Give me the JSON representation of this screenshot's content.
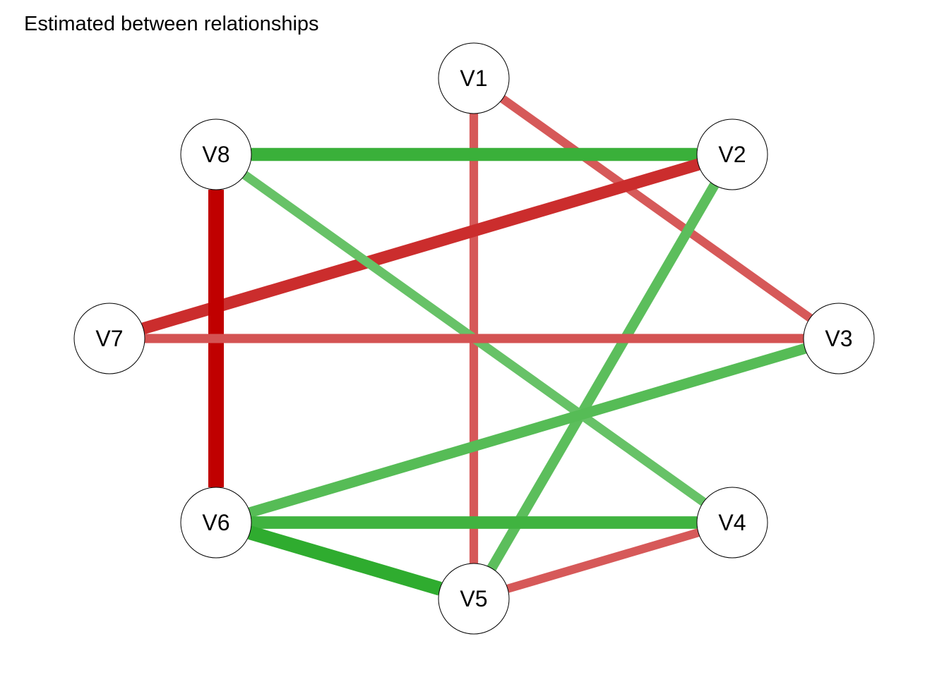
{
  "title": "Estimated between relationships",
  "colors": {
    "positive": "#1ea51e",
    "negative": "#c00000",
    "node_fill": "#ffffff",
    "node_stroke": "#000000"
  },
  "nodes": [
    {
      "id": "V1",
      "label": "V1"
    },
    {
      "id": "V2",
      "label": "V2"
    },
    {
      "id": "V3",
      "label": "V3"
    },
    {
      "id": "V4",
      "label": "V4"
    },
    {
      "id": "V5",
      "label": "V5"
    },
    {
      "id": "V6",
      "label": "V6"
    },
    {
      "id": "V7",
      "label": "V7"
    },
    {
      "id": "V8",
      "label": "V8"
    }
  ],
  "edges": [
    {
      "from": "V1",
      "to": "V3",
      "sign": "negative",
      "strength": 0.3
    },
    {
      "from": "V1",
      "to": "V5",
      "sign": "negative",
      "strength": 0.3
    },
    {
      "from": "V8",
      "to": "V2",
      "sign": "positive",
      "strength": 0.75
    },
    {
      "from": "V2",
      "to": "V7",
      "sign": "negative",
      "strength": 0.65
    },
    {
      "from": "V2",
      "to": "V5",
      "sign": "positive",
      "strength": 0.45
    },
    {
      "from": "V8",
      "to": "V4",
      "sign": "positive",
      "strength": 0.35
    },
    {
      "from": "V8",
      "to": "V6",
      "sign": "negative",
      "strength": 1.0
    },
    {
      "from": "V7",
      "to": "V3",
      "sign": "negative",
      "strength": 0.35
    },
    {
      "from": "V3",
      "to": "V6",
      "sign": "positive",
      "strength": 0.5
    },
    {
      "from": "V6",
      "to": "V4",
      "sign": "positive",
      "strength": 0.7
    },
    {
      "from": "V6",
      "to": "V5",
      "sign": "positive",
      "strength": 0.85
    },
    {
      "from": "V4",
      "to": "V5",
      "sign": "negative",
      "strength": 0.3
    }
  ]
}
